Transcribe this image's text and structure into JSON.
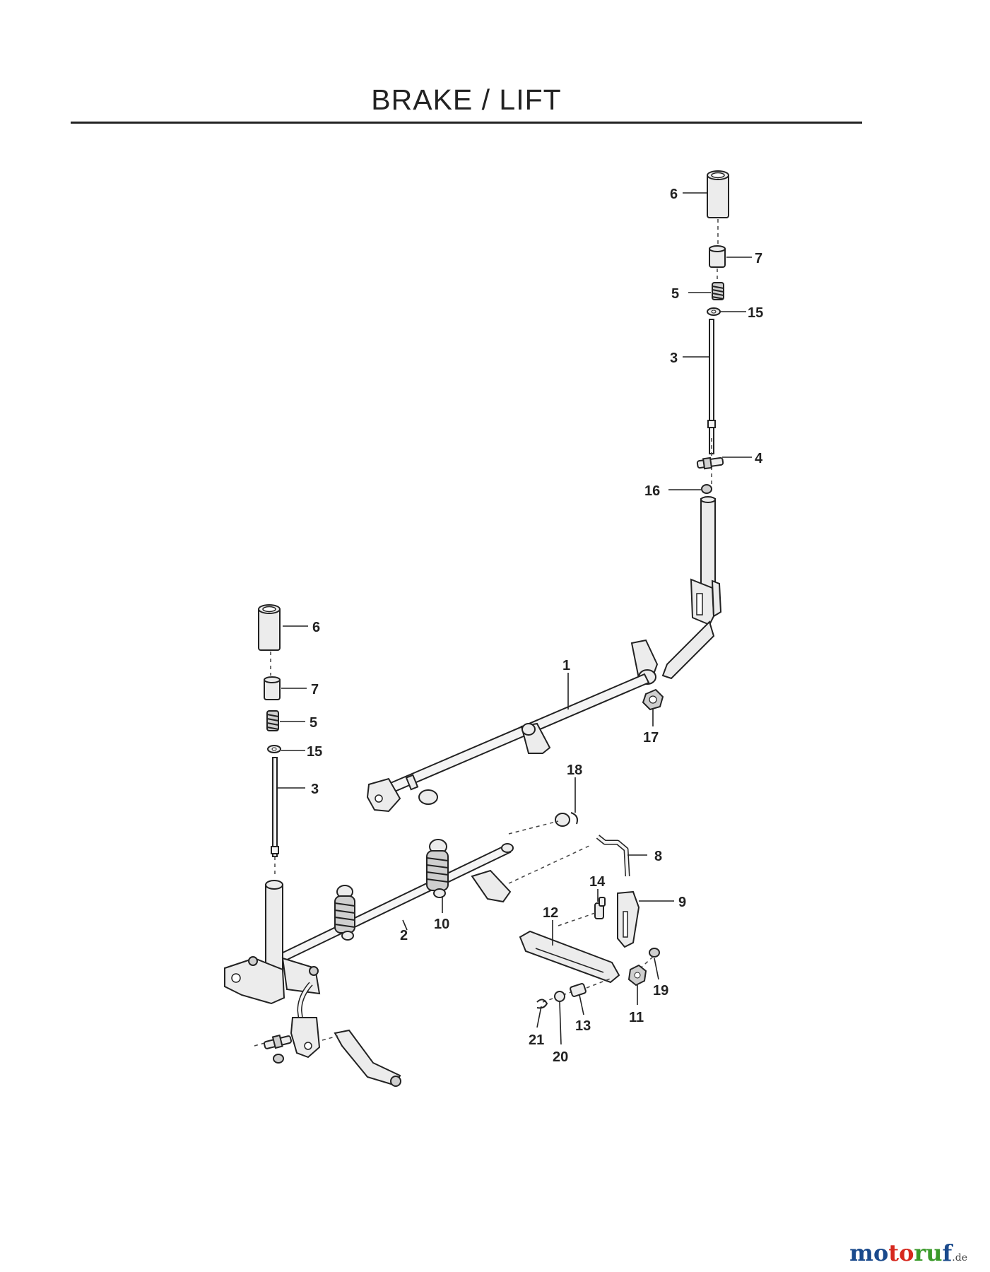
{
  "title": "BRAKE / LIFT",
  "callouts": {
    "top_6": "6",
    "top_7": "7",
    "top_5": "5",
    "top_15": "15",
    "top_3": "3",
    "top_4": "4",
    "top_16": "16",
    "left_6": "6",
    "left_7": "7",
    "left_5": "5",
    "left_15": "15",
    "left_3": "3",
    "p1": "1",
    "p17": "17",
    "p18": "18",
    "p8": "8",
    "p14": "14",
    "p9": "9",
    "p12": "12",
    "p2": "2",
    "p10": "10",
    "p19": "19",
    "p11": "11",
    "p13": "13",
    "p21": "21",
    "p20": "20"
  },
  "watermark": {
    "brand_part1": "mo",
    "brand_part2": "to",
    "brand_part3": "ru",
    "brand_part4": "f",
    "suffix": ".de"
  }
}
